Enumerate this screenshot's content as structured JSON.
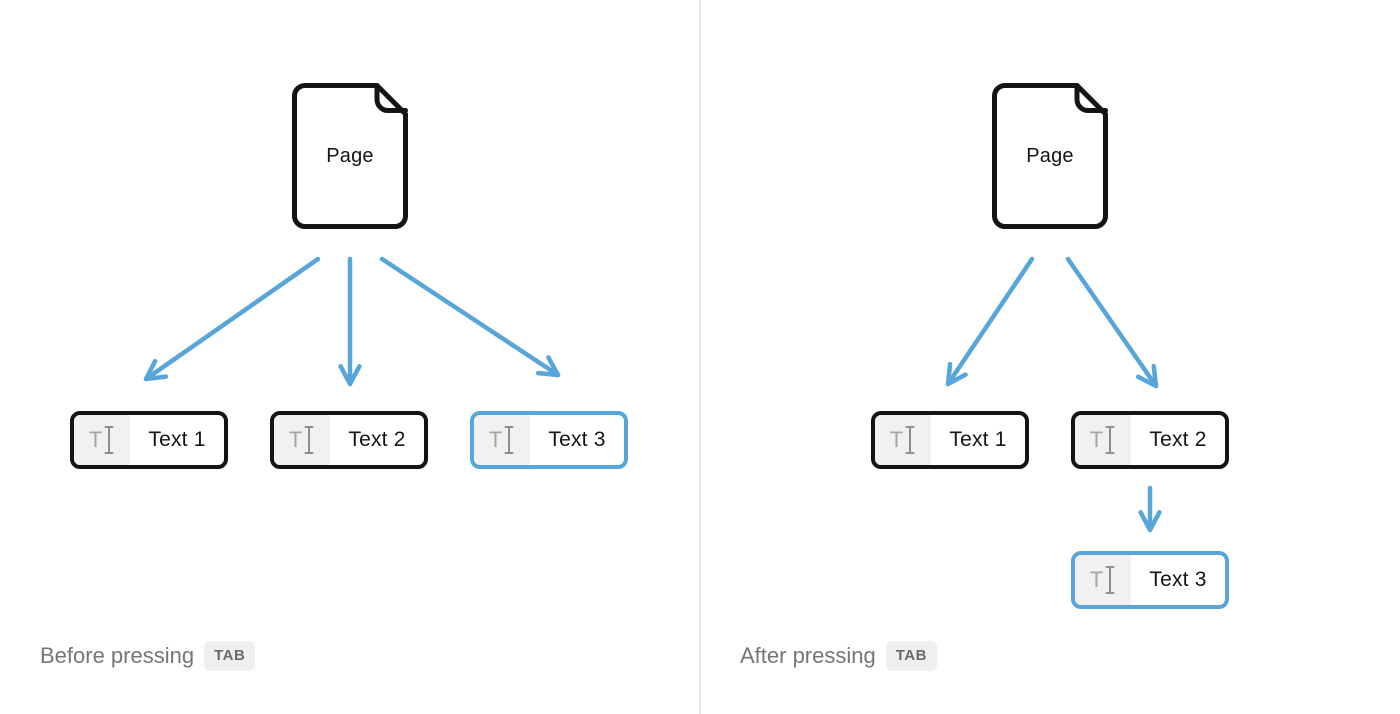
{
  "left_panel": {
    "page_node_label": "Page",
    "blocks": [
      {
        "label": "Text 1",
        "active": false
      },
      {
        "label": "Text 2",
        "active": false
      },
      {
        "label": "Text 3",
        "active": true
      }
    ],
    "caption": "Before pressing",
    "key_label": "TAB"
  },
  "right_panel": {
    "page_node_label": "Page",
    "blocks": [
      {
        "label": "Text 1",
        "active": false
      },
      {
        "label": "Text 2",
        "active": false
      },
      {
        "label": "Text 3",
        "active": true
      }
    ],
    "caption": "After pressing",
    "key_label": "TAB"
  },
  "icons": {
    "text_block_icon_letter": "T"
  },
  "colors": {
    "accent_blue": "#57a5d9",
    "outline_black": "#141414",
    "icon_gray": "#8f8f8f",
    "icon_bg": "#f1f1f1",
    "caption_gray": "#767676",
    "badge_bg": "#efefef",
    "badge_text": "#6b6b6b",
    "divider": "#e3e3e3"
  }
}
